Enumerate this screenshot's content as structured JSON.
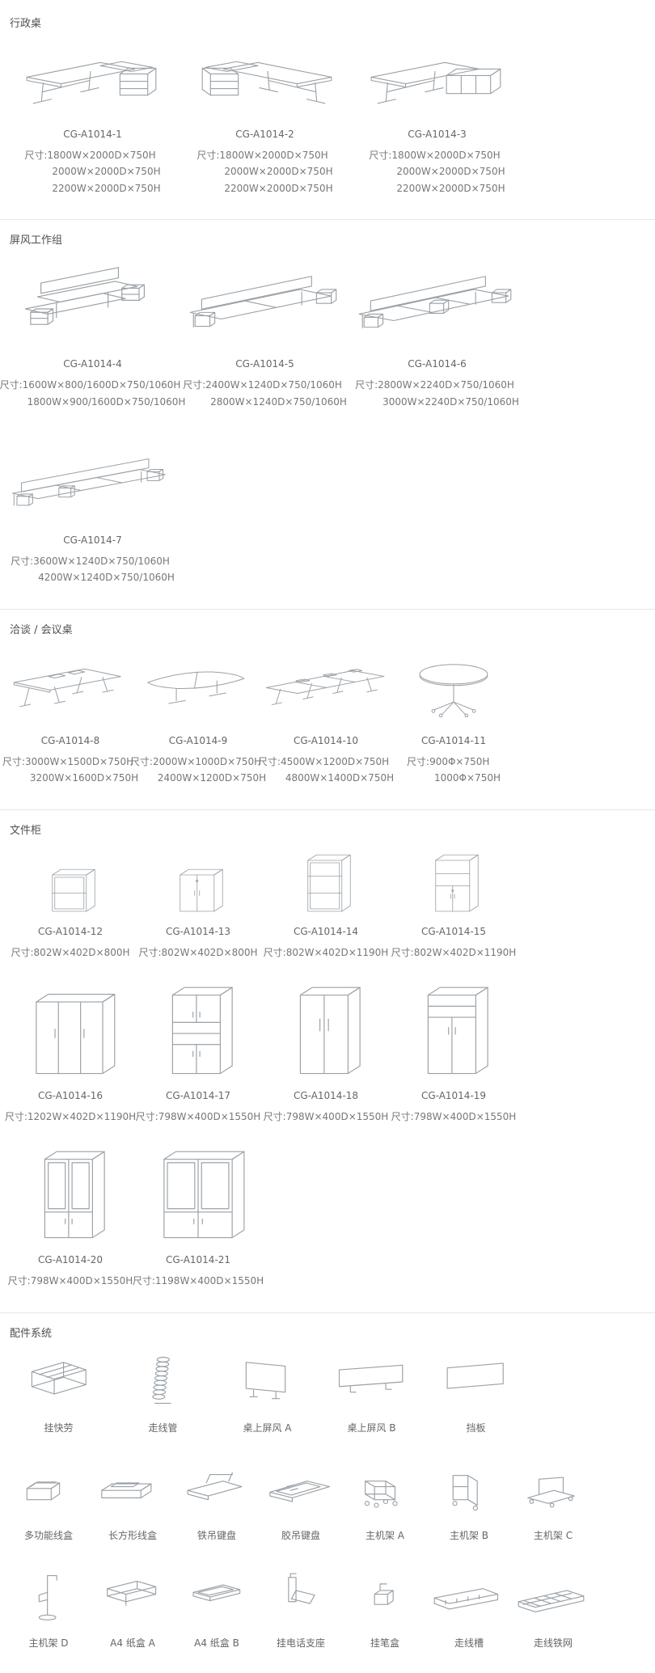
{
  "page": {
    "background": "#ffffff",
    "divider_color": "#e8e8e8",
    "text_color": "#6e6e6e",
    "drawing_stroke_color": "#9aa1a7"
  },
  "sections": [
    {
      "id": "executive-desks",
      "title": "行政桌",
      "items": [
        {
          "code": "CG-A1014-1",
          "drawing": "desk-l-1",
          "dims_label": "尺寸:",
          "dims": [
            "1800W×2000D×750H",
            "2000W×2000D×750H",
            "2200W×2000D×750H"
          ]
        },
        {
          "code": "CG-A1014-2",
          "drawing": "desk-l-2",
          "dims_label": "尺寸:",
          "dims": [
            "1800W×2000D×750H",
            "2000W×2000D×750H",
            "2200W×2000D×750H"
          ]
        },
        {
          "code": "CG-A1014-3",
          "drawing": "desk-l-3",
          "dims_label": "尺寸:",
          "dims": [
            "1800W×2000D×750H",
            "2000W×2000D×750H",
            "2200W×2000D×750H"
          ]
        }
      ]
    },
    {
      "id": "screen-workstations",
      "title": "屏风工作组",
      "items": [
        {
          "code": "CG-A1014-4",
          "drawing": "ws-2",
          "dims_label": "尺寸:",
          "dims": [
            "1600W×800/1600D×750/1060H",
            "1800W×900/1600D×750/1060H"
          ]
        },
        {
          "code": "CG-A1014-5",
          "drawing": "ws-4",
          "dims_label": "尺寸:",
          "dims": [
            "2400W×1240D×750/1060H",
            "2800W×1240D×750/1060H"
          ]
        },
        {
          "code": "CG-A1014-6",
          "drawing": "ws-6",
          "dims_label": "尺寸:",
          "dims": [
            "2800W×2240D×750/1060H",
            "3000W×2240D×750/1060H"
          ]
        },
        {
          "code": "CG-A1014-7",
          "drawing": "ws-row",
          "dims_label": "尺寸:",
          "dims": [
            "3600W×1240D×750/1060H",
            "4200W×1240D×750/1060H"
          ]
        }
      ]
    },
    {
      "id": "meeting-tables",
      "title": "洽谈 / 会议桌",
      "items": [
        {
          "code": "CG-A1014-8",
          "drawing": "conf-rect",
          "dims_label": "尺寸:",
          "dims": [
            "3000W×1500D×750H",
            "3200W×1600D×750H"
          ]
        },
        {
          "code": "CG-A1014-9",
          "drawing": "conf-boat",
          "dims_label": "尺寸:",
          "dims": [
            "2000W×1000D×750H",
            "2400W×1200D×750H"
          ]
        },
        {
          "code": "CG-A1014-10",
          "drawing": "conf-long",
          "dims_label": "尺寸:",
          "dims": [
            "4500W×1200D×750H",
            "4800W×1400D×750H"
          ]
        },
        {
          "code": "CG-A1014-11",
          "drawing": "conf-round",
          "dims_label": "尺寸:",
          "dims": [
            "900Φ×750H",
            "1000Φ×750H"
          ]
        }
      ]
    },
    {
      "id": "file-cabinets",
      "title": "文件柜",
      "items": [
        {
          "code": "CG-A1014-12",
          "drawing": "cab-open-low",
          "dims_label": "尺寸:",
          "dims": [
            "802W×402D×800H"
          ]
        },
        {
          "code": "CG-A1014-13",
          "drawing": "cab-door-low",
          "dims_label": "尺寸:",
          "dims": [
            "802W×402D×800H"
          ]
        },
        {
          "code": "CG-A1014-14",
          "drawing": "cab-open-mid",
          "dims_label": "尺寸:",
          "dims": [
            "802W×402D×1190H"
          ]
        },
        {
          "code": "CG-A1014-15",
          "drawing": "cab-mixed-mid",
          "dims_label": "尺寸:",
          "dims": [
            "802W×402D×1190H"
          ]
        },
        {
          "code": "CG-A1014-16",
          "drawing": "cab-wide-mid",
          "dims_label": "尺寸:",
          "dims": [
            "1202W×402D×1190H"
          ]
        },
        {
          "code": "CG-A1014-17",
          "drawing": "cab-tall-mixed",
          "dims_label": "尺寸:",
          "dims": [
            "798W×400D×1550H"
          ]
        },
        {
          "code": "CG-A1014-18",
          "drawing": "cab-tall-doors",
          "dims_label": "尺寸:",
          "dims": [
            "798W×400D×1550H"
          ]
        },
        {
          "code": "CG-A1014-19",
          "drawing": "cab-tall-open-door",
          "dims_label": "尺寸:",
          "dims": [
            "798W×400D×1550H"
          ]
        },
        {
          "code": "CG-A1014-20",
          "drawing": "cab-glass-tall",
          "dims_label": "尺寸:",
          "dims": [
            "798W×400D×1550H"
          ]
        },
        {
          "code": "CG-A1014-21",
          "drawing": "cab-glass-wide",
          "dims_label": "尺寸:",
          "dims": [
            "1198W×400D×1550H"
          ]
        }
      ]
    },
    {
      "id": "accessory-system",
      "title": "配件系统",
      "items": [
        {
          "label": "挂快劳",
          "drawing": "acc-hanging-file"
        },
        {
          "label": "走线管",
          "drawing": "acc-cable-tube"
        },
        {
          "label": "桌上屏风 A",
          "drawing": "acc-screen-a"
        },
        {
          "label": "桌上屏风 B",
          "drawing": "acc-screen-b"
        },
        {
          "label": "挡板",
          "drawing": "acc-baffle"
        },
        {
          "label": "多功能线盒",
          "drawing": "acc-cable-box-multi"
        },
        {
          "label": "长方形线盒",
          "drawing": "acc-cable-box-rect"
        },
        {
          "label": "铁吊键盘",
          "drawing": "acc-keyboard-iron"
        },
        {
          "label": "胶吊键盘",
          "drawing": "acc-keyboard-plastic"
        },
        {
          "label": "主机架 A",
          "drawing": "acc-cpu-a"
        },
        {
          "label": "主机架 B",
          "drawing": "acc-cpu-b"
        },
        {
          "label": "主机架 C",
          "drawing": "acc-cpu-c"
        },
        {
          "label": "主机架 D",
          "drawing": "acc-cpu-d"
        },
        {
          "label": "A4 纸盒 A",
          "drawing": "acc-a4-a"
        },
        {
          "label": "A4 纸盒 B",
          "drawing": "acc-a4-b"
        },
        {
          "label": "挂电话支座",
          "drawing": "acc-phone"
        },
        {
          "label": "挂笔盒",
          "drawing": "acc-pen"
        },
        {
          "label": "走线槽",
          "drawing": "acc-trough"
        },
        {
          "label": "走线铁网",
          "drawing": "acc-mesh"
        }
      ]
    }
  ]
}
